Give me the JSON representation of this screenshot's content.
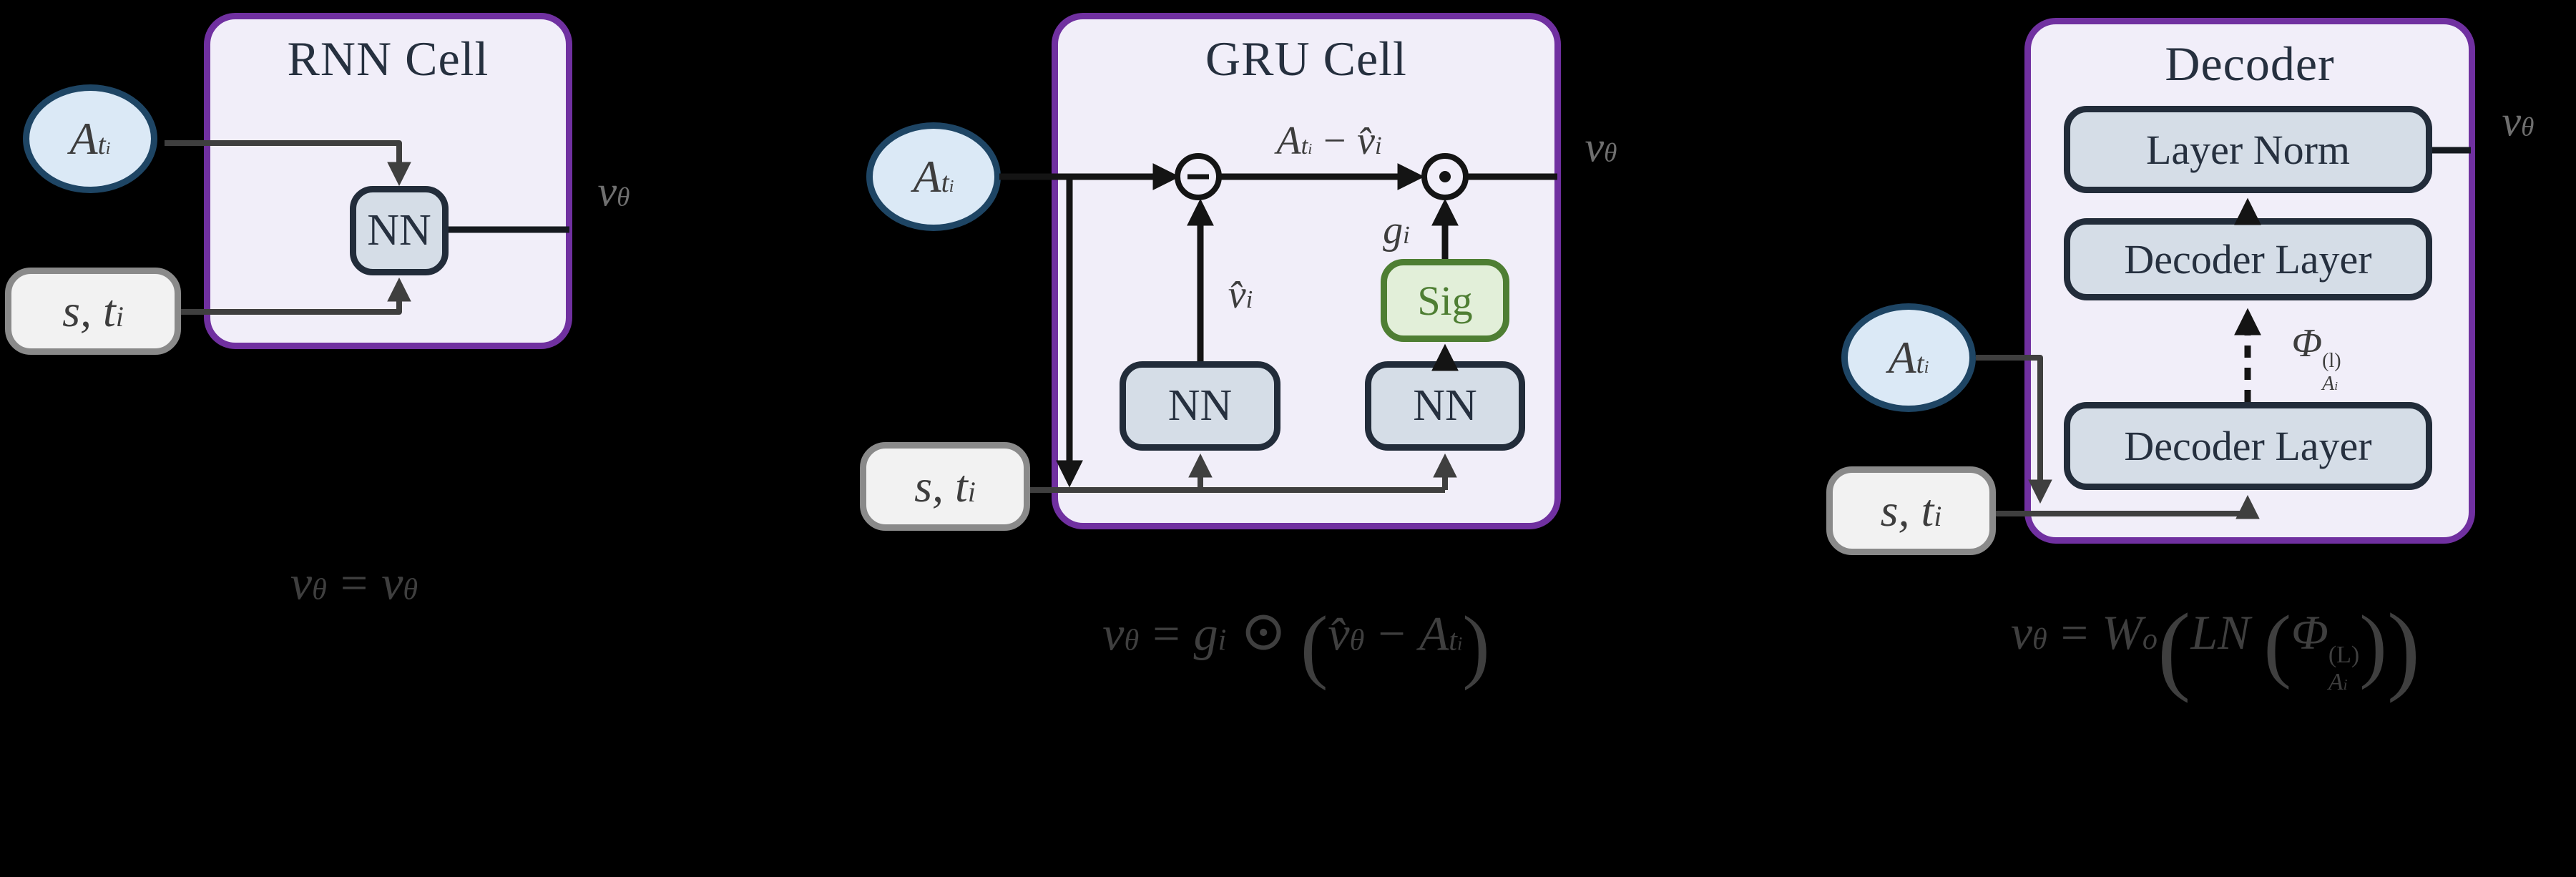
{
  "colors": {
    "background": "#000000",
    "panel_fill": "#f1eef9",
    "panel_border": "#7030a0",
    "node_fill": "#d5dde7",
    "node_border": "#222c3a",
    "input_circle_fill": "#dbe9f6",
    "input_circle_border": "#1e4564",
    "state_box_fill": "#f2f2f2",
    "state_box_border": "#8a8a8a",
    "sig_fill": "#e2efd9",
    "sig_green": "#4e7e33",
    "title_text": "#26303f",
    "math_text": "#3d3d3d",
    "formula_text": "#3f3f3f",
    "output_text": "#6f6f6f",
    "wire_gray": "#3f3f3f",
    "wire_black": "#141414"
  },
  "sym": {
    "A": "A",
    "t": "t",
    "i": "i",
    "s_t": "s, t",
    "v": "v",
    "theta": "θ",
    "vhat": "v̂",
    "g": "g",
    "minus": "−",
    "eq": "=",
    "odot": "⊙",
    "W": "W",
    "o": "o",
    "LN": "LN",
    "Phi": "Φ",
    "l_sup": "(l)",
    "L_sup": "(L)",
    "lp": "(",
    "rp": ")"
  },
  "rnn": {
    "title": "RNN Cell",
    "nn": "NN"
  },
  "gru": {
    "title": "GRU Cell",
    "nn_left": "NN",
    "nn_right": "NN",
    "sig": "Sig"
  },
  "decoder": {
    "title": "Decoder",
    "layer_norm": "Layer Norm",
    "decoder_layer_upper": "Decoder Layer",
    "decoder_layer_lower": "Decoder Layer"
  }
}
